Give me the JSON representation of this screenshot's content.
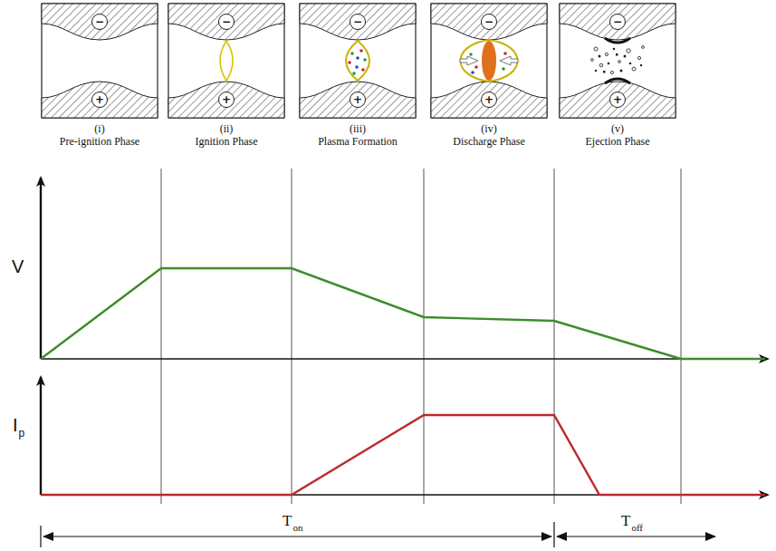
{
  "diagram": {
    "nodes": [
      {
        "text": [
          "−"
        ]
      },
      {
        "text": [
          "+"
        ]
      },
      {
        "text": [
          "−"
        ]
      },
      {
        "text": [
          "+"
        ]
      },
      {
        "text": [
          "−"
        ]
      },
      {
        "text": [
          "+"
        ]
      },
      {
        "text": [
          "−"
        ]
      },
      {
        "text": [
          "+"
        ]
      },
      {
        "text": [
          "−"
        ]
      },
      {
        "text": [
          "+"
        ]
      }
    ],
    "labels": [
      "(i)",
      "Pre-ignition Phase",
      "(ii)",
      "Ignition Phase",
      "(iii)",
      "Plasma Formation",
      "(iv)",
      "Discharge Phase",
      "(v)",
      "Ejection Phase",
      "V",
      "I",
      "p",
      "T",
      "on",
      "T",
      "off"
    ]
  }
}
